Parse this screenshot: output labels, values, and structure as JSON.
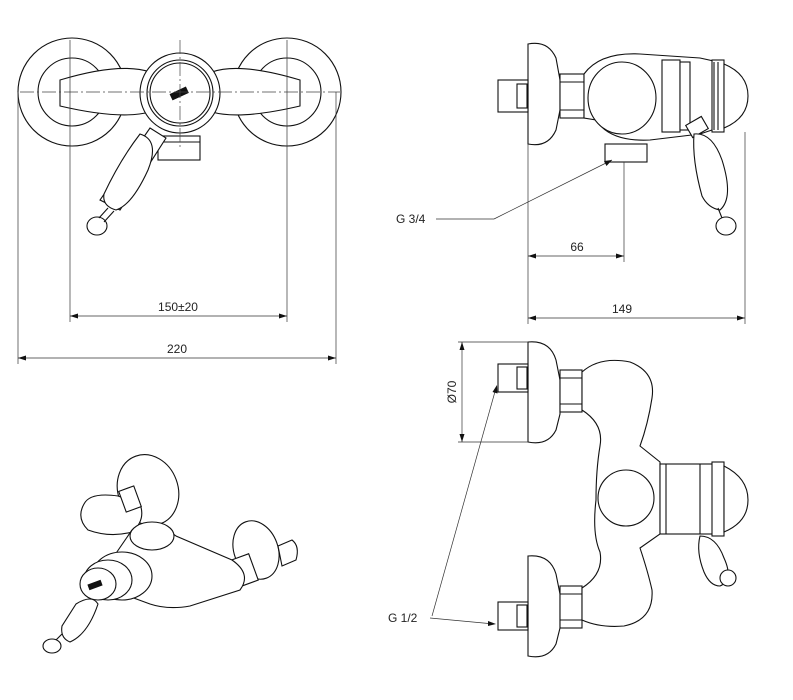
{
  "dimensions": {
    "outlet_spacing": "150±20",
    "overall_width": "220",
    "outlet_offset": "66",
    "overall_depth": "149",
    "escutcheon_diameter": "Ø70"
  },
  "callouts": {
    "outlet_thread": "G 3/4",
    "inlet_thread": "G 1/2"
  }
}
